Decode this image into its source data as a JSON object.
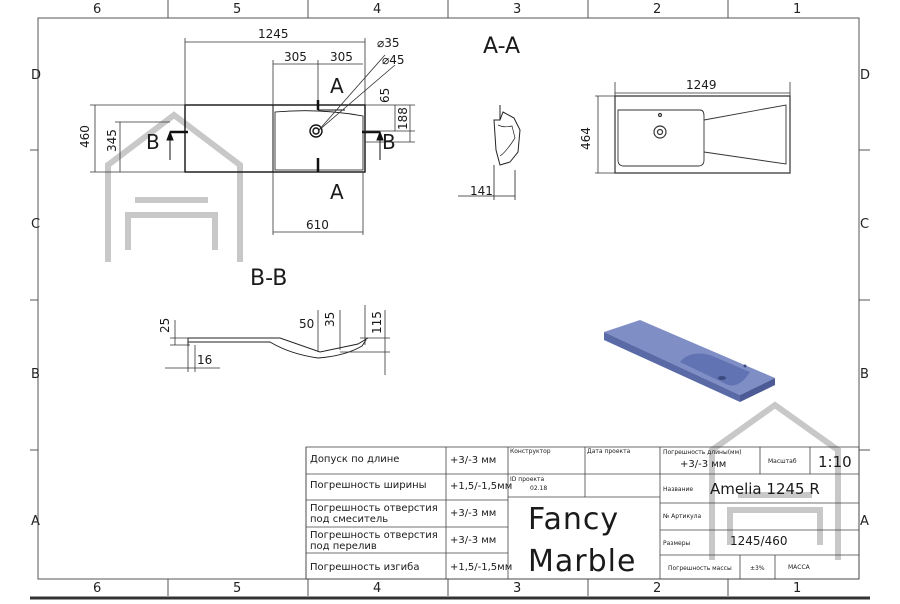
{
  "zones": {
    "top": [
      "6",
      "5",
      "4",
      "3",
      "2",
      "1"
    ],
    "bottom": [
      "6",
      "5",
      "4",
      "3",
      "2",
      "1"
    ],
    "left": [
      "D",
      "C",
      "B",
      "A"
    ],
    "right": [
      "D",
      "C",
      "B",
      "A"
    ]
  },
  "plan_view": {
    "overall_length": "1245",
    "offset_left": "305",
    "offset_right": "305",
    "hole_small": "35",
    "hole_large": "45",
    "overall_width": "460",
    "inner_width": "345",
    "bowl_depth": "188",
    "hole_offset": "65",
    "bowl_length": "610",
    "section_a_top": "A",
    "section_a_bottom": "A",
    "section_b_left": "B",
    "section_b_right": "B"
  },
  "section_aa": {
    "title": "A-A",
    "dim": "141"
  },
  "section_bb": {
    "title": "B-B",
    "dim_25": "25",
    "dim_16": "16",
    "dim_50": "50",
    "dim_35": "35",
    "dim_115": "115"
  },
  "top_view": {
    "length": "1249",
    "width": "464"
  },
  "title_block": {
    "rows": [
      {
        "label": "Допуск по длине",
        "value": "+3/-3 мм"
      },
      {
        "label": "Погрешность ширины",
        "value": "+1,5/-1,5мм"
      },
      {
        "label": "Погрешность отверстия под смеситель",
        "value": "+3/-3 мм"
      },
      {
        "label": "Погрешность отверстия под перелив",
        "value": "+3/-3 мм"
      },
      {
        "label": "Погрешность изгиба",
        "value": "+1,5/-1,5мм"
      }
    ],
    "constructor_label": "Конструктор",
    "date_label": "Дата проекта",
    "project_id_label": "ID проекта",
    "project_id_value": "02.18",
    "brand_line1": "Fancy",
    "brand_line2": "Marble",
    "length_tol_label": "Погрешность длины(мм)",
    "length_tol_value": "+3/-3 мм",
    "scale_label": "Масштаб",
    "scale_value": "1:10",
    "name_label": "Название",
    "name_value": "Amelia 1245 R",
    "article_label": "№ Артикула",
    "size_label": "Размеры",
    "size_value": "1245/460",
    "mass_tol_label": "Погрешность массы",
    "mass_tol_value": "±3%",
    "mass_label": "МАССА"
  }
}
